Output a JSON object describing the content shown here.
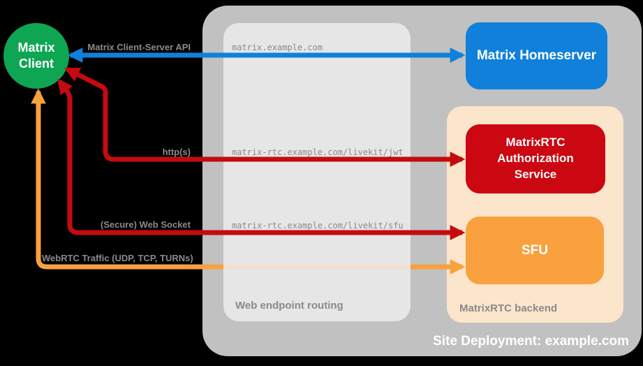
{
  "colors": {
    "background": "#000000",
    "green": "#0FA653",
    "blue": "#1080DB",
    "red": "#C40B10",
    "red_box": "#CB0712",
    "orange": "#F8A13E",
    "peach": "#FBE5CB",
    "panel_gray": "#C1C1C1",
    "panel_light": "#E5E5E5",
    "label_gray": "#8A8A8A",
    "text_white": "#FFFFFF"
  },
  "nodes": {
    "client": {
      "label": "Matrix Client"
    },
    "homeserver": {
      "label": "Matrix Homeserver"
    },
    "auth_service": {
      "label": "MatrixRTC Authorization Service"
    },
    "sfu": {
      "label": "SFU"
    }
  },
  "panels": {
    "site_deployment": {
      "label": "Site Deployment: example.com"
    },
    "web_endpoint_routing": {
      "label": "Web endpoint routing"
    },
    "matrixrtc_backend": {
      "label": "MatrixRTC backend"
    }
  },
  "connections": [
    {
      "id": "client-server-api",
      "label": "Matrix Client-Server API",
      "endpoint": "matrix.example.com",
      "from": "Matrix Client",
      "to": "Matrix Homeserver",
      "color": "#1080DB",
      "bidirectional": true
    },
    {
      "id": "https-jwt",
      "label": "http(s)",
      "endpoint": "matrix-rtc.example.com/livekit/jwt",
      "from": "Matrix Client",
      "to": "MatrixRTC Authorization Service",
      "color": "#C40B10",
      "bidirectional": true
    },
    {
      "id": "websocket-sfu",
      "label": "(Secure) Web Socket",
      "endpoint": "matrix-rtc.example.com/livekit/sfu",
      "from": "Matrix Client",
      "to": "SFU",
      "color": "#C40B10",
      "bidirectional": true
    },
    {
      "id": "webrtc-traffic",
      "label": "WebRTC Traffic (UDP, TCP, TURNs)",
      "from": "Matrix Client",
      "to": "SFU",
      "color": "#F8A13E",
      "bidirectional": true
    }
  ]
}
